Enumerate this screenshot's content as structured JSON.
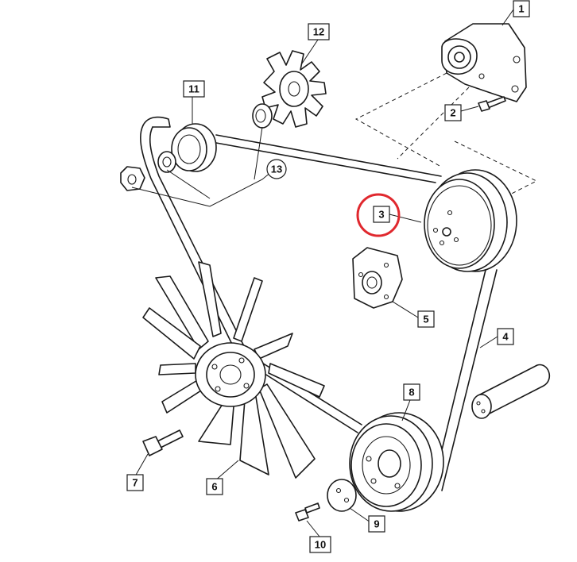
{
  "callouts": [
    {
      "id": "1",
      "label": "1"
    },
    {
      "id": "2",
      "label": "2"
    },
    {
      "id": "3",
      "label": "3"
    },
    {
      "id": "4",
      "label": "4"
    },
    {
      "id": "5",
      "label": "5"
    },
    {
      "id": "6",
      "label": "6"
    },
    {
      "id": "7",
      "label": "7"
    },
    {
      "id": "8",
      "label": "8"
    },
    {
      "id": "9",
      "label": "9"
    },
    {
      "id": "10",
      "label": "10"
    },
    {
      "id": "11",
      "label": "11"
    },
    {
      "id": "12",
      "label": "12"
    },
    {
      "id": "13",
      "label": "13"
    }
  ],
  "highlighted_callout": "3",
  "colors": {
    "line": "#1a1a1a",
    "highlight": "#e0282e",
    "background": "#ffffff"
  }
}
